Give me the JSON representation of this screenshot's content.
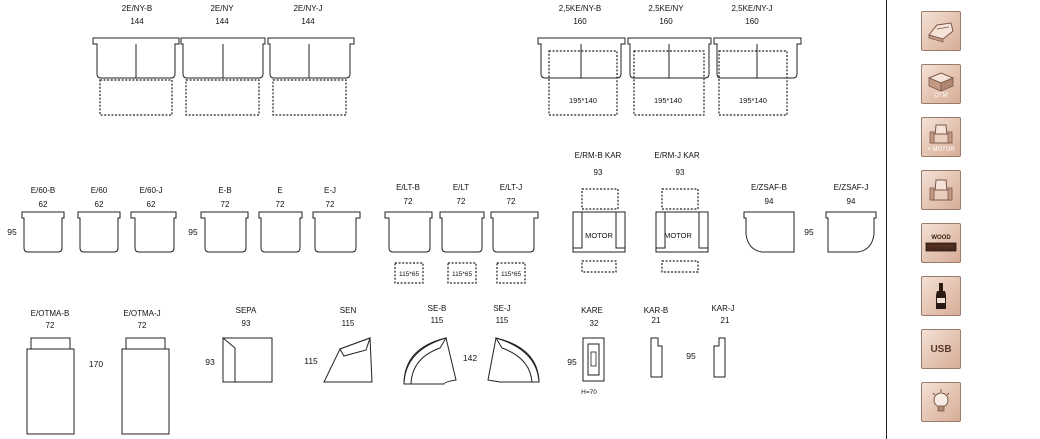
{
  "sofas_top": [
    {
      "code": "2E/NY-B",
      "width": "144"
    },
    {
      "code": "2E/NY",
      "width": "144"
    },
    {
      "code": "2E/NY-J",
      "width": "144"
    },
    {
      "code": "2,5KE/NY-B",
      "width": "160"
    },
    {
      "code": "2,5KE/NY",
      "width": "160"
    },
    {
      "code": "2,5KE/NY-J",
      "width": "160"
    }
  ],
  "bed_size": "195*140",
  "mid_units": [
    {
      "code": "E/60-B",
      "width": "62"
    },
    {
      "code": "E/60",
      "width": "62"
    },
    {
      "code": "E/60-J",
      "width": "62"
    },
    {
      "code": "E-B",
      "width": "72"
    },
    {
      "code": "E",
      "width": "72"
    },
    {
      "code": "E-J",
      "width": "72"
    },
    {
      "code": "E/LT-B",
      "width": "72"
    },
    {
      "code": "E/LT",
      "width": "72"
    },
    {
      "code": "E/LT-J",
      "width": "72"
    },
    {
      "code": "E/RM-B KAR",
      "width": "93"
    },
    {
      "code": "E/RM-J KAR",
      "width": "93"
    },
    {
      "code": "E/ZSAF-B",
      "width": "94"
    },
    {
      "code": "E/ZSAF-J",
      "width": "94"
    }
  ],
  "depth_95": "95",
  "lt_box": "115*65",
  "motor_label": "MOTOR",
  "bottom_units": [
    {
      "code": "E/OTMA-B",
      "width": "72"
    },
    {
      "code": "E/OTMA-J",
      "width": "72"
    },
    {
      "code": "SEPA",
      "width": "93"
    },
    {
      "code": "SEN",
      "width": "115"
    },
    {
      "code": "SE-B",
      "width": "115"
    },
    {
      "code": "SE-J",
      "width": "115"
    },
    {
      "code": "KARE",
      "width": "32"
    },
    {
      "code": "KAR-B",
      "width": "21"
    },
    {
      "code": "KAR-J",
      "width": "21"
    }
  ],
  "depth_170": "170",
  "depth_93": "93",
  "depth_115": "115",
  "depth_142": "142",
  "kare_height": "H=70",
  "sidebar": [
    {
      "icon": "sofa-bed-icon",
      "caption": ""
    },
    {
      "icon": "storage-box-icon",
      "caption": "OTM"
    },
    {
      "icon": "motor-armchair-icon",
      "caption": "+ MOTOR"
    },
    {
      "icon": "armchair-icon",
      "caption": ""
    },
    {
      "icon": "wood-plank-icon",
      "caption": "WOOD"
    },
    {
      "icon": "bottle-icon",
      "caption": ""
    },
    {
      "icon": "usb-icon",
      "caption": "USB"
    },
    {
      "icon": "lamp-icon",
      "caption": ""
    }
  ],
  "colors": {
    "button_bg": "#e4c3b1",
    "button_border": "#9b7a6a",
    "line": "#222222"
  }
}
